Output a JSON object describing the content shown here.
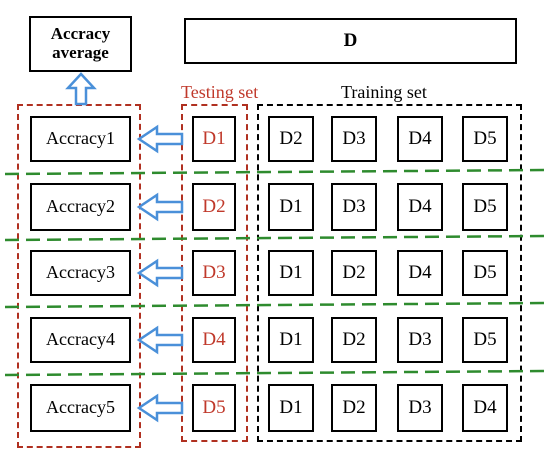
{
  "dataset_label": "D",
  "average_box": {
    "line1": "Accracy",
    "line2": "average"
  },
  "testing_set_label": "Testing set",
  "training_set_label": "Training set",
  "accuracy_labels": [
    "Accracy1",
    "Accracy2",
    "Accracy3",
    "Accracy4",
    "Accracy5"
  ],
  "test_folds": [
    "D1",
    "D2",
    "D3",
    "D4",
    "D5"
  ],
  "train_folds": [
    [
      "D2",
      "D3",
      "D4",
      "D5"
    ],
    [
      "D1",
      "D3",
      "D4",
      "D5"
    ],
    [
      "D1",
      "D2",
      "D4",
      "D5"
    ],
    [
      "D1",
      "D2",
      "D3",
      "D5"
    ],
    [
      "D1",
      "D2",
      "D3",
      "D4"
    ]
  ],
  "colors": {
    "testing": "#c0392b",
    "arrow": "#4a90d9",
    "separator": "#2e8b2e",
    "accuracy_group": "#b03020"
  }
}
